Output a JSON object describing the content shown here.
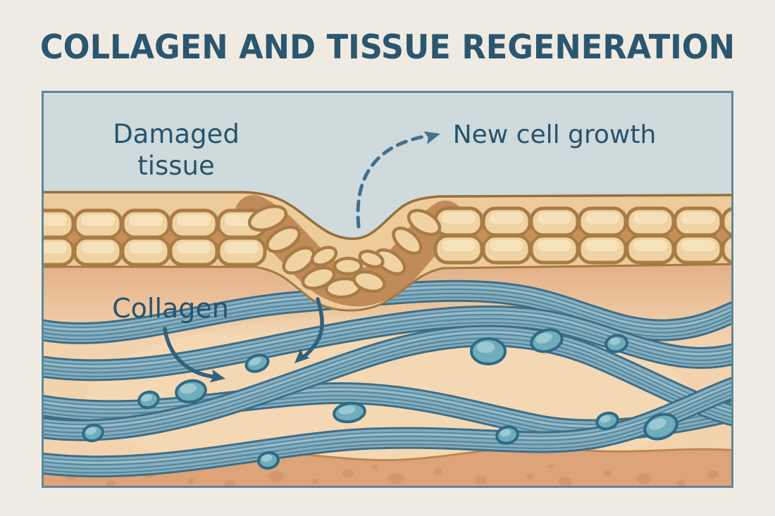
{
  "page": {
    "title": "COLLAGEN AND TISSUE REGENERATION"
  },
  "diagram": {
    "labels": {
      "damaged_tissue": "Damaged tissue",
      "new_cell_growth": "New cell growth",
      "collagen": "Collagen"
    },
    "colors": {
      "page_background": "#F0EBE2",
      "title_text": "#2B5670",
      "panel_border": "#5E8699",
      "sky_background": "#CEDADC",
      "label_text": "#28536E",
      "arrow": "#32617C",
      "dashed_arrow": "#41718C",
      "epidermis_band": "#EDCB9B",
      "epidermis_cell_fill": "#EFD3A3",
      "epidermis_cell_outline": "#A87C45",
      "dermis": "#F2D3AE",
      "collagen_fiber_fill": "#85AFC1",
      "collagen_fiber_outline": "#3D6E87",
      "fibroblast_cell_fill": "#6FACBC",
      "fibroblast_cell_outline": "#2F6A85",
      "hypodermis": "#DCA478",
      "hypodermis_line": "#BE8851",
      "speckle": "#CD9464"
    }
  }
}
